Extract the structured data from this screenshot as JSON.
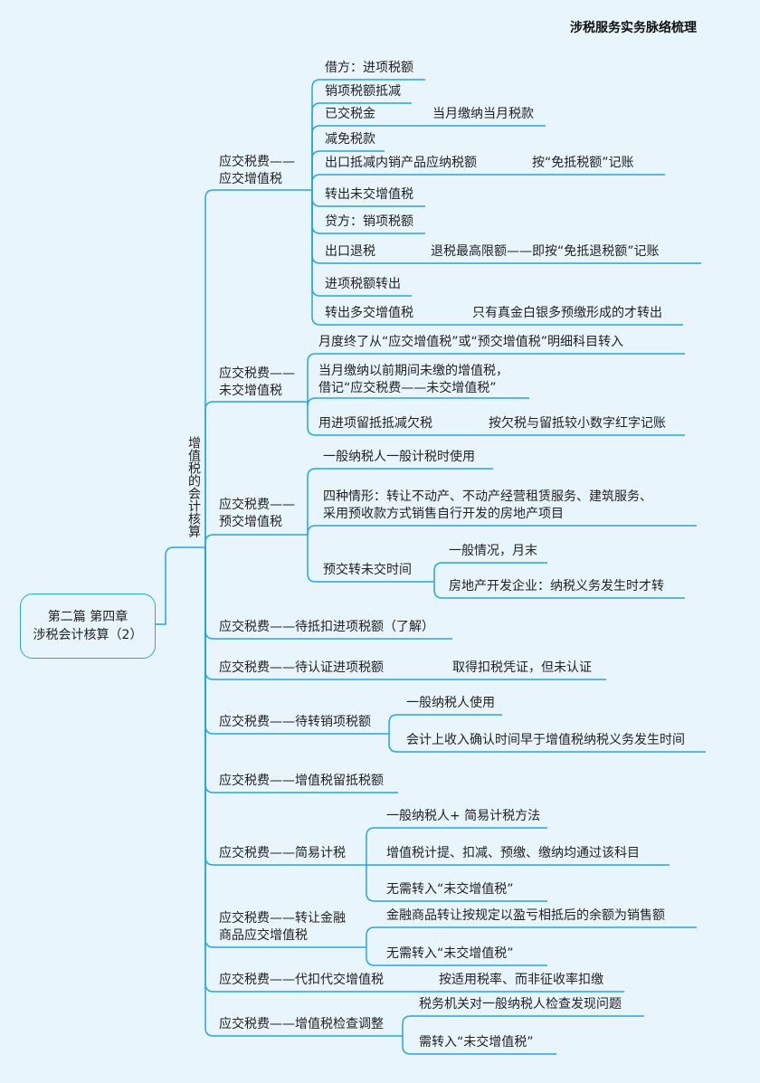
{
  "header": "涉税服务实务脉络梳理",
  "root": {
    "line1": "第二篇 第四章",
    "line2": "涉税会计核算（2）"
  },
  "topic": "增值税的会计核算",
  "n1": {
    "l1": "应交税费——",
    "l2": "应交增值税",
    "c": [
      "借方：进项税额",
      "销项税额抵减",
      "已交税金",
      "当月缴纳当月税款",
      "减免税款",
      "出口抵减内销产品应纳税额",
      "按“免抵税额”记账",
      "转出未交增值税",
      "贷方：销项税额",
      "出口退税",
      "退税最高限额——即按“免抵退税额”记账",
      "进项税额转出",
      "转出多交增值税",
      "只有真金白银多预缴形成的才转出"
    ]
  },
  "n2": {
    "l1": "应交税费——",
    "l2": "未交增值税",
    "c": [
      "月度终了从“应交增值税”或“预交增值税”明细科目转入",
      "当月缴纳以前期间未缴的增值税，",
      "借记“应交税费——未交增值税”",
      "用进项留抵抵减欠税",
      "按欠税与留抵较小数字红字记账"
    ]
  },
  "n3": {
    "l1": "应交税费——",
    "l2": "预交增值税",
    "c": [
      "一般纳税人一般计税时使用",
      "四种情形：转让不动产、不动产经营租赁服务、建筑服务、",
      "采用预收款方式销售自行开发的房地产项目",
      "预交转未交时间",
      "一般情况，月末",
      "房地产开发企业：纳税义务发生时才转"
    ]
  },
  "n4": "应交税费——待抵扣进项税额（了解）",
  "n5": {
    "label": "应交税费——待认证进项税额",
    "note": "取得扣税凭证，但未认证"
  },
  "n6": {
    "label": "应交税费——待转销项税额",
    "c": [
      "一般纳税人使用",
      "会计上收入确认时间早于增值税纳税义务发生时间"
    ]
  },
  "n7": "应交税费——增值税留抵税额",
  "n8": {
    "label": "应交税费——简易计税",
    "c": [
      "一般纳税人+ 简易计税方法",
      "增值税计提、扣减、预缴、缴纳均通过该科目",
      "无需转入“未交增值税”"
    ]
  },
  "n9": {
    "l1": "应交税费——转让金融",
    "l2": "商品应交增值税",
    "c": [
      "金融商品转让按规定以盈亏相抵后的余额为销售额",
      "无需转入“未交增值税”"
    ]
  },
  "n10": {
    "label": "应交税费——代扣代交增值税",
    "note": "按适用税率、而非征收率扣缴"
  },
  "n11": {
    "label": "应交税费——增值税检查调整",
    "c": [
      "税务机关对一般纳税人检查发现问题",
      "需转入“未交增值税”"
    ]
  },
  "colors": {
    "line": "#27a4e2",
    "background": "#e9f5fd"
  }
}
